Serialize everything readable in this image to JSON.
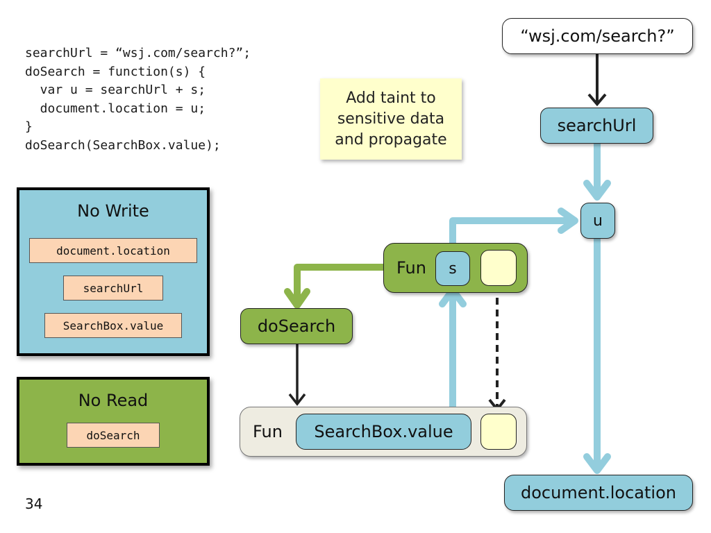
{
  "code": {
    "lines": [
      "searchUrl = “wsj.com/search?”;",
      "doSearch = function(s) {",
      "  var u = searchUrl + s;",
      "  document.location = u;",
      "}",
      "doSearch(SearchBox.value);"
    ]
  },
  "note": {
    "line1": "Add taint to",
    "line2": "sensitive data",
    "line3": "and propagate"
  },
  "no_write": {
    "title": "No Write",
    "items": [
      "document.location",
      "searchUrl",
      "SearchBox.value"
    ]
  },
  "no_read": {
    "title": "No Read",
    "items": [
      "doSearch"
    ]
  },
  "graph": {
    "literal": "“wsj.com/search?”",
    "searchUrl": "searchUrl",
    "u": "u",
    "fun_upper": "Fun",
    "s": "s",
    "doSearch": "doSearch",
    "fun_lower": "Fun",
    "searchbox": "SearchBox.value",
    "document_location": "document.location"
  },
  "page_number": "34",
  "colors": {
    "taint_blue": "#92cddc",
    "taint_arrow": "#93cddd",
    "closure_green": "#8db44a",
    "flow_black": "#222222",
    "note_yellow": "#ffffcc",
    "tag_peach": "#fcd5b4",
    "frame_gray": "#eeece1"
  }
}
